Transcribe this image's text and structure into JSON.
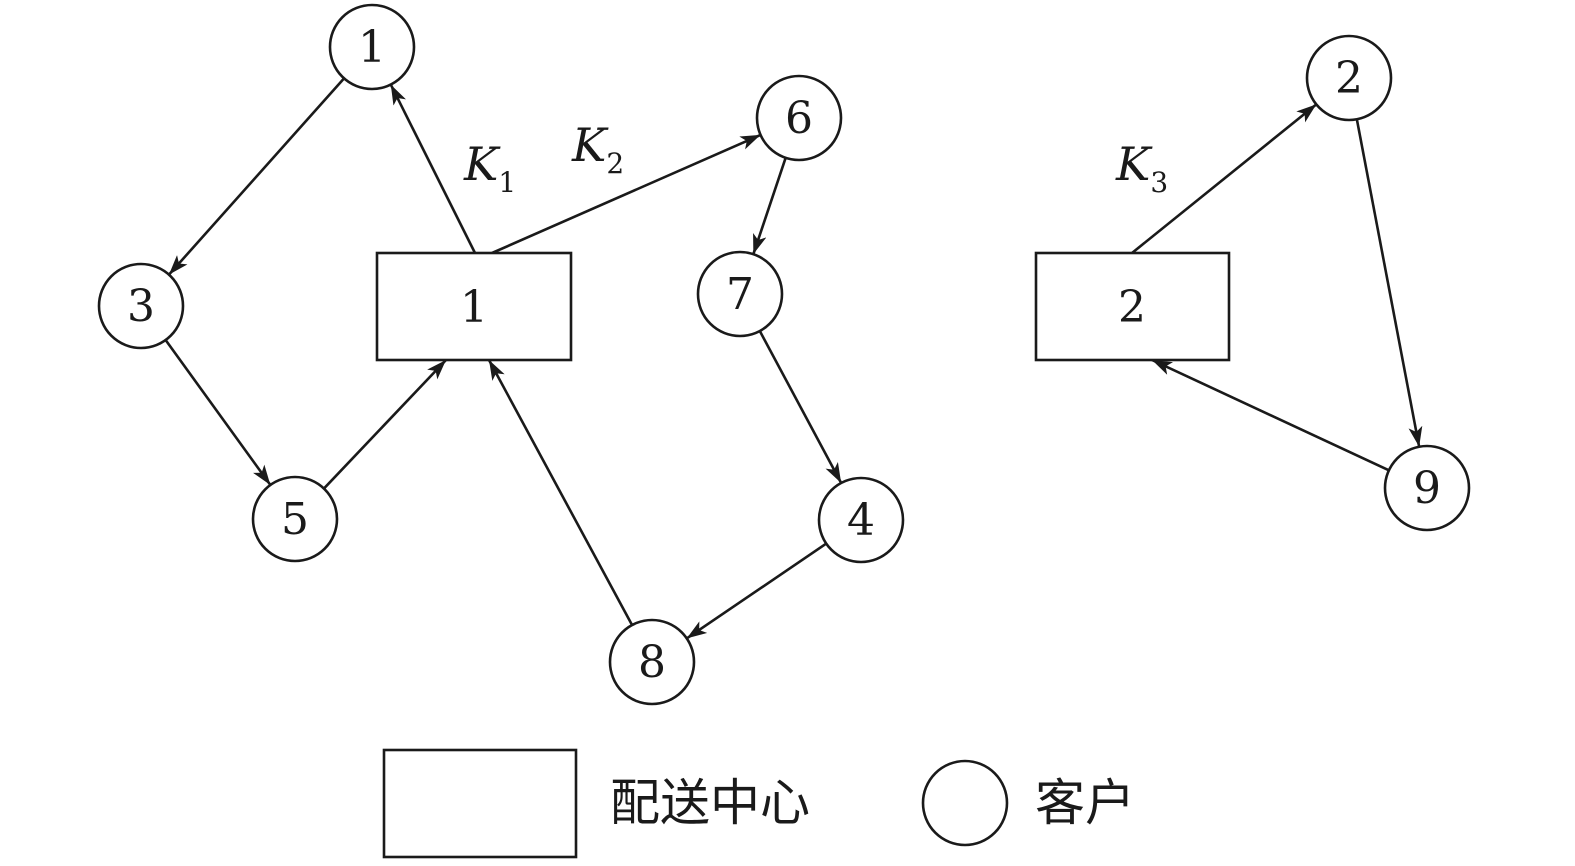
{
  "depots": [
    {
      "id": "d1",
      "label": "1"
    },
    {
      "id": "d2",
      "label": "2"
    }
  ],
  "customers": [
    {
      "id": "c1",
      "label": "1"
    },
    {
      "id": "c2",
      "label": "2"
    },
    {
      "id": "c3",
      "label": "3"
    },
    {
      "id": "c4",
      "label": "4"
    },
    {
      "id": "c5",
      "label": "5"
    },
    {
      "id": "c6",
      "label": "6"
    },
    {
      "id": "c7",
      "label": "7"
    },
    {
      "id": "c8",
      "label": "8"
    },
    {
      "id": "c9",
      "label": "9"
    }
  ],
  "routes": [
    {
      "letter": "K",
      "sub": "1",
      "path": [
        "d1",
        "c1",
        "c3",
        "c5",
        "d1"
      ]
    },
    {
      "letter": "K",
      "sub": "2",
      "path": [
        "d1",
        "c6",
        "c7",
        "c4",
        "c8",
        "d1"
      ]
    },
    {
      "letter": "K",
      "sub": "3",
      "path": [
        "d2",
        "c2",
        "c9",
        "d2"
      ]
    }
  ],
  "legend": {
    "depot_label": "配送中心",
    "customer_label": "客户"
  }
}
